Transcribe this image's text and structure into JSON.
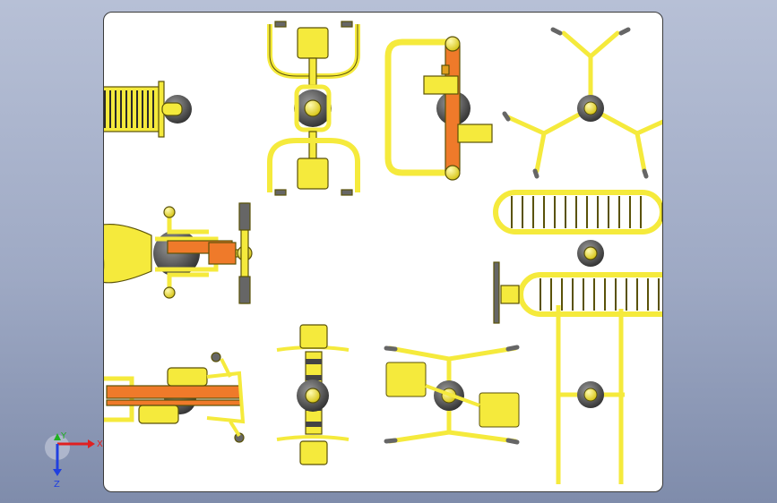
{
  "drawing": {
    "view": "top",
    "equipment": [
      {
        "id": "ladder-roller"
      },
      {
        "id": "double-swing-seats"
      },
      {
        "id": "rowing-station"
      },
      {
        "id": "tri-handle-spinner"
      },
      {
        "id": "double-ladder-bench"
      },
      {
        "id": "saddle-rider"
      },
      {
        "id": "cross-trainer"
      },
      {
        "id": "seat-twister"
      },
      {
        "id": "x-frame-seats"
      },
      {
        "id": "tall-frame-rotator"
      }
    ]
  },
  "triad": {
    "x_label": "X",
    "y_label": "Y",
    "z_label": "Z",
    "colors": {
      "x": "#e02020",
      "y": "#20b020",
      "z": "#2040e0"
    }
  },
  "colors": {
    "yellow": "#f5ea3c",
    "stroke": "#5a5208",
    "orange": "#ef7a2a",
    "grey_disc": "#555555",
    "background_top": "#b7c0d6",
    "background_bottom": "#7f8cab"
  }
}
